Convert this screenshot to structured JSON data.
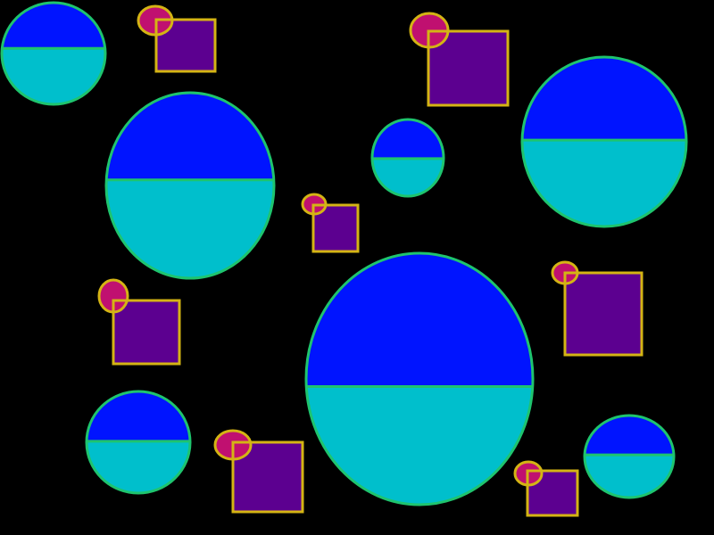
{
  "palette": {
    "background": "#000000",
    "circle_top_fill": "#0014ff",
    "circle_bottom_fill": "#00bfcc",
    "circle_stroke": "#1ec46e",
    "square_fill": "#5c0090",
    "square_stroke": "#d4b414",
    "oval_fill": "#c01070",
    "oval_stroke": "#d4b414"
  },
  "circles": [
    {
      "id": "circle-top-left",
      "split": 0.45
    },
    {
      "id": "circle-large-left",
      "split": 0.47
    },
    {
      "id": "circle-small-center",
      "split": 0.51
    },
    {
      "id": "circle-right",
      "split": 0.49
    },
    {
      "id": "circle-large-center",
      "split": 0.53
    },
    {
      "id": "circle-bottom-left",
      "split": 0.49
    },
    {
      "id": "circle-bottom-right",
      "split": 0.48
    }
  ],
  "square_markers": [
    {
      "id": "marker-1"
    },
    {
      "id": "marker-2"
    },
    {
      "id": "marker-3"
    },
    {
      "id": "marker-4"
    },
    {
      "id": "marker-5"
    },
    {
      "id": "marker-6"
    },
    {
      "id": "marker-7"
    }
  ]
}
